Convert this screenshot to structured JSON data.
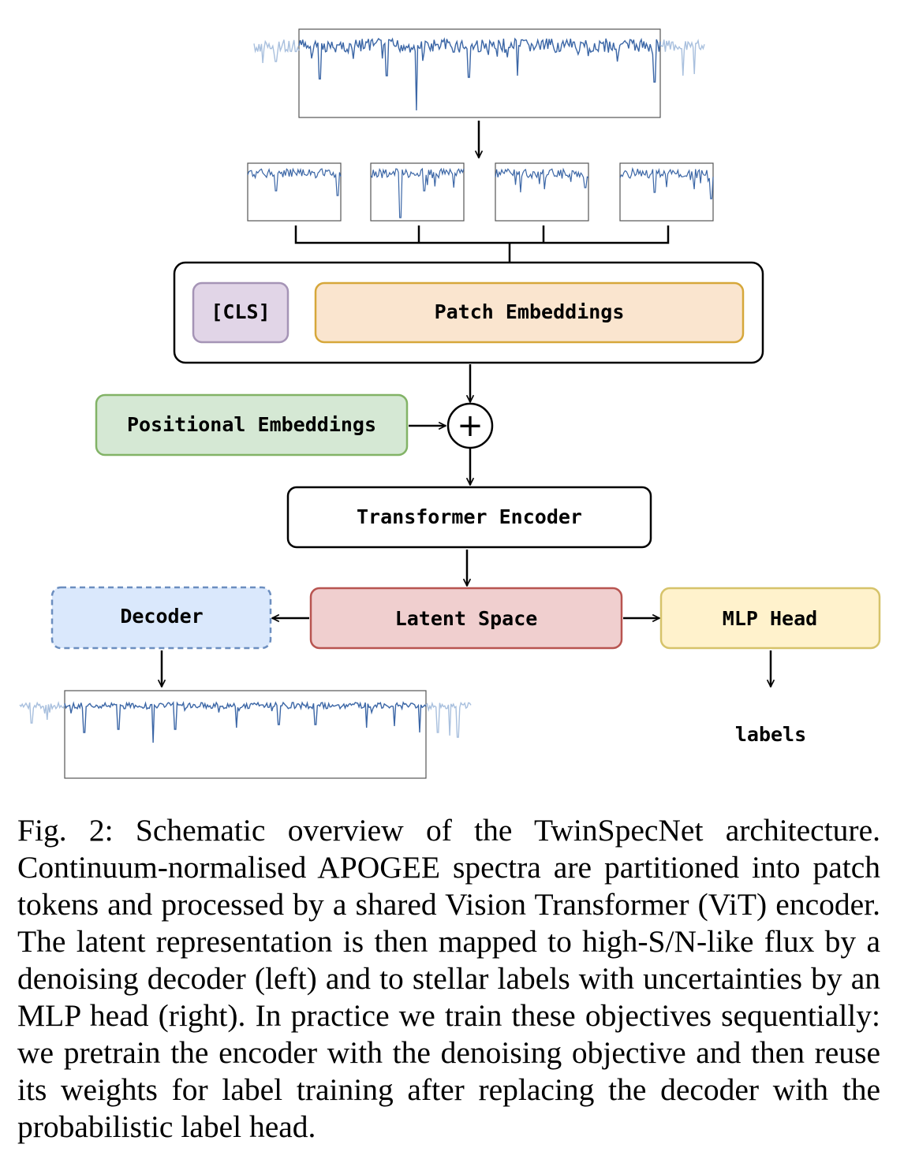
{
  "diagram": {
    "cls_label": "[CLS]",
    "patch_label": "Patch Embeddings",
    "positional_label": "Positional Embeddings",
    "plus_symbol": "+",
    "encoder_label": "Transformer Encoder",
    "latent_label": "Latent Space",
    "decoder_label": "Decoder",
    "mlp_label": "MLP Head",
    "labels_label": "labels"
  },
  "colors": {
    "cls_fill": "#e1d5e7",
    "cls_stroke": "#a594b6",
    "patch_fill": "#fae5cf",
    "patch_stroke": "#d6a73a",
    "positional_fill": "#d5e8d4",
    "positional_stroke": "#82b366",
    "latent_fill": "#f0cfcf",
    "latent_stroke": "#b85450",
    "decoder_fill": "#dae8fc",
    "decoder_stroke": "#6c8ebf",
    "mlp_fill": "#fff2cc",
    "mlp_stroke": "#d6c36a",
    "spectrum_line": "#3b66a6",
    "spectrum_faded": "#a9c0de"
  },
  "caption": "Fig. 2: Schematic overview of the TwinSpecNet architecture. Continuum-normalised APOGEE spectra are partitioned into patch tokens and processed by a shared Vision Transformer (ViT) encoder. The latent representation is then mapped to high-S/N-like flux by a denoising decoder (left) and to stellar labels with uncertainties by an MLP head (right). In practice we train these objectives sequentially: we pretrain the encoder with the denoising objective and then reuse its weights for label training after replacing the decoder with the probabilistic label head."
}
